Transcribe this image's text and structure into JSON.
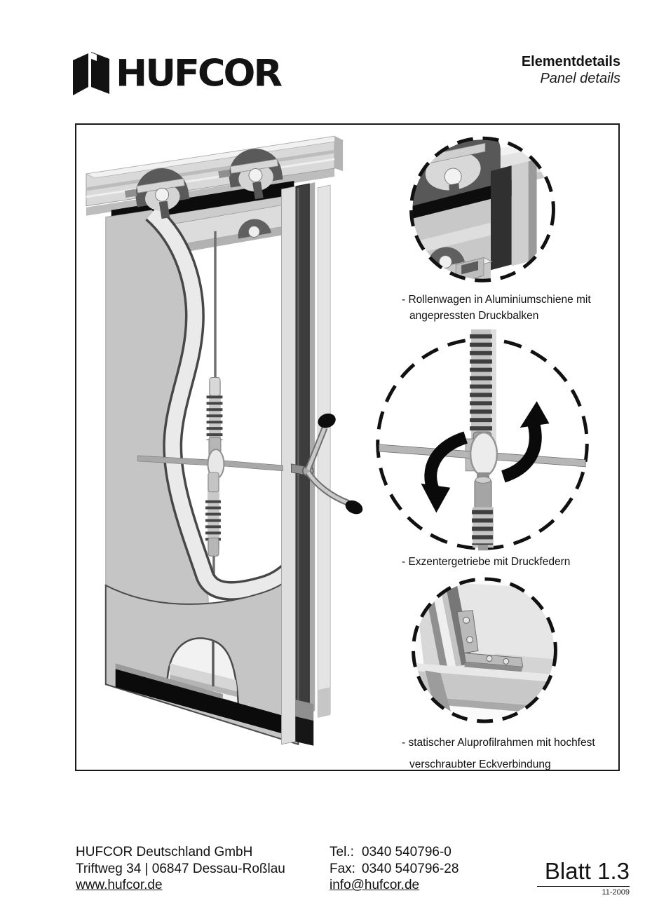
{
  "header": {
    "logo_text": "HUFCOR",
    "title_de": "Elementdetails",
    "title_en": "Panel details"
  },
  "figure": {
    "captions": [
      {
        "line1": "- Rollenwagen in Aluminiumschiene mit",
        "line2": "angepressten Druckbalken"
      },
      {
        "line1": "- Exzentergetriebe mit Druckfedern",
        "line2": ""
      },
      {
        "line1": "- statischer Aluprofilrahmen mit hochfest",
        "line2": "verschraubter Eckverbindung"
      }
    ]
  },
  "footer": {
    "company": "HUFCOR Deutschland GmbH",
    "address": "Triftweg 34 | 06847 Dessau-Roßlau",
    "website": "www.hufcor.de",
    "tel_label": "Tel.:",
    "tel_value": "0340 540796-0",
    "fax_label": "Fax:",
    "fax_value": "0340 540796-28",
    "email": "info@hufcor.de",
    "sheet": "Blatt 1.3",
    "revision": "11-2009"
  },
  "colors": {
    "ink": "#111111",
    "frame_border": "#1a1a1a",
    "seal_black": "#0c0c0c",
    "panel_gray": "#c5c5c5"
  }
}
